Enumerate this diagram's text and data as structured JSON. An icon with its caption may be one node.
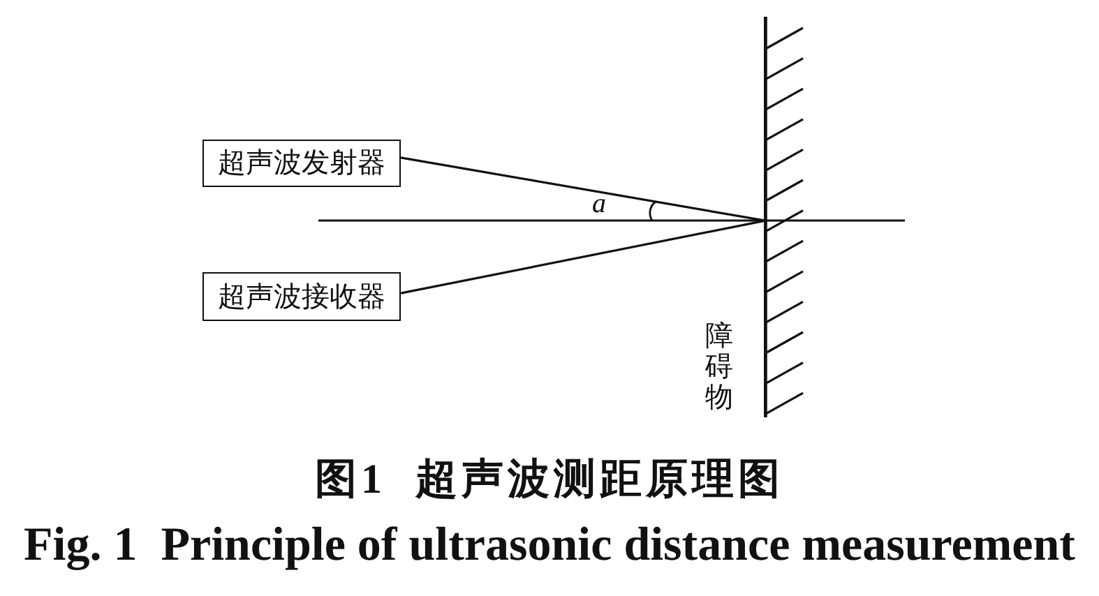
{
  "diagram": {
    "caption": "图1  超声波测距原理图",
    "nodes": [
      {
        "text": [
          "超声波发射器"
        ]
      },
      {
        "text": [
          "超声波接收器"
        ]
      },
      {
        "text": [],
        "shape": "wall",
        "beside": [
          "障碍物"
        ]
      }
    ],
    "edges": [
      {
        "from": 0,
        "to": 2,
        "arrow": "none"
      },
      {
        "from": 2,
        "to": 1,
        "arrow": "none"
      }
    ],
    "labels": [
      "a",
      "Fig. 1  Principle of ultrasonic distance measurement"
    ]
  }
}
